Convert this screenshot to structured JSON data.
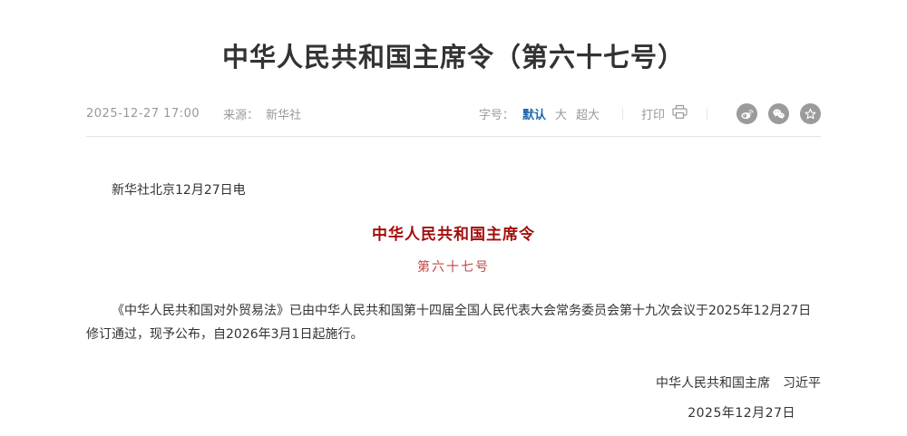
{
  "page": {
    "title": "中华人民共和国主席令（第六十七号）"
  },
  "meta": {
    "datetime": "2025-12-27 17:00",
    "source_label": "来源：",
    "source": "新华社",
    "font_size": {
      "label": "字号：",
      "options": [
        {
          "label": "默认",
          "active": true
        },
        {
          "label": "大",
          "active": false
        },
        {
          "label": "超大",
          "active": false
        }
      ]
    },
    "print_label": "打印",
    "share_icons": [
      "weibo",
      "wechat",
      "favorite"
    ]
  },
  "article": {
    "dateline": "新华社北京12月27日电",
    "decree_title": "中华人民共和国主席令",
    "decree_number": "第六十七号",
    "body": "《中华人民共和国对外贸易法》已由中华人民共和国第十四届全国人民代表大会常务委员会第十九次会议于2025年12月27日修订通过，现予公布，自2026年3月1日起施行。",
    "signature": "中华人民共和国主席　习近平",
    "sign_date": "2025年12月27日"
  },
  "colors": {
    "title_text": "#333333",
    "meta_text": "#999999",
    "accent_blue": "#1e66b0",
    "decree_red": "#a30d0d",
    "number_red": "#c24747",
    "icon_gray": "#9b9b9b"
  }
}
